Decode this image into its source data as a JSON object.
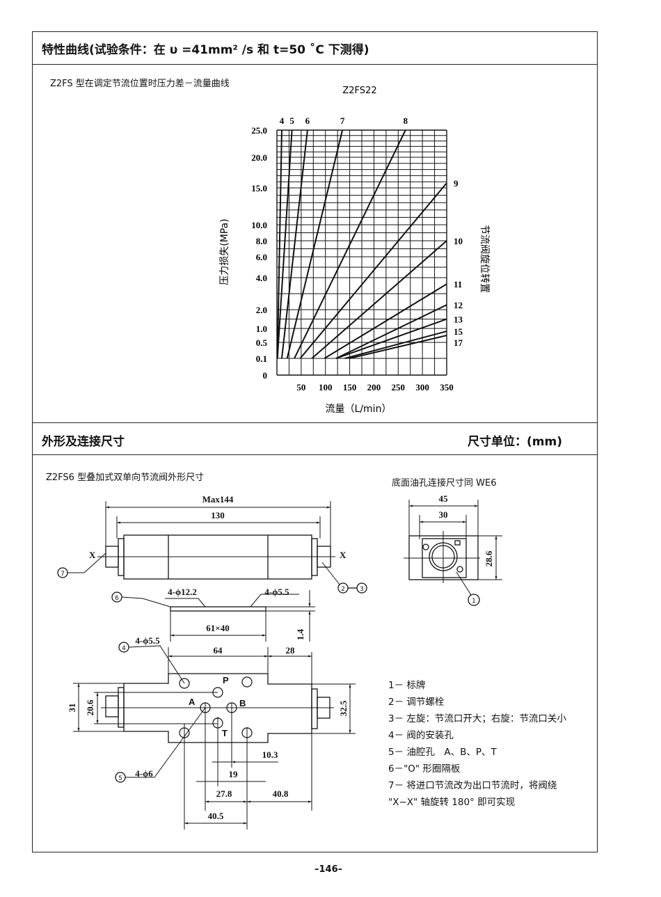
{
  "section1": {
    "title": "特性曲线(试验条件：在 υ =41mm² /s 和 t=50 ˚C 下测得)",
    "caption": "Z2FS 型在调定节流位置时压力差－流量曲线"
  },
  "chart_data": {
    "type": "line",
    "title": "Z2FS22",
    "xlabel": "流量（L/min）",
    "ylabel": "压力损失(MPa)",
    "right_label": "节流阀旋位转置",
    "xlim": [
      0,
      350
    ],
    "x_ticks": [
      "50",
      "100",
      "150",
      "200",
      "250",
      "300",
      "350"
    ],
    "x_tick_values": [
      50,
      100,
      150,
      200,
      250,
      300,
      350
    ],
    "y_ticks": [
      "25.0",
      "20.0",
      "15.0",
      "10.0",
      "8.0",
      "6.0",
      "4.0",
      "2.0",
      "1.0",
      "0.5",
      "0.1",
      "0"
    ],
    "y_tick_values": [
      25,
      20,
      15,
      10,
      8,
      6,
      4,
      2,
      1,
      0.5,
      0.1,
      0
    ],
    "grid": true,
    "series": [
      {
        "name": "4",
        "start": [
          1,
          0.1
        ],
        "end": [
          10,
          25
        ]
      },
      {
        "name": "5",
        "start": [
          1,
          0.1
        ],
        "end": [
          31,
          25
        ]
      },
      {
        "name": "6",
        "start": [
          10,
          0.1
        ],
        "end": [
          63,
          25
        ]
      },
      {
        "name": "7",
        "start": [
          21,
          0.1
        ],
        "end": [
          135,
          25
        ]
      },
      {
        "name": "8",
        "start": [
          36,
          0.1
        ],
        "end": [
          265,
          25
        ]
      },
      {
        "name": "9",
        "start": [
          48,
          0.1
        ],
        "end": [
          350,
          15.8
        ]
      },
      {
        "name": "10",
        "start": [
          72,
          0.1
        ],
        "end": [
          350,
          8.0
        ]
      },
      {
        "name": "11",
        "start": [
          98,
          0.1
        ],
        "end": [
          350,
          3.6
        ]
      },
      {
        "name": "12",
        "start": [
          122,
          0.1
        ],
        "end": [
          350,
          2.3
        ]
      },
      {
        "name": "13",
        "start": [
          122,
          0.1
        ],
        "end": [
          350,
          1.5
        ]
      },
      {
        "name": "15",
        "start": [
          140,
          0.1
        ],
        "end": [
          350,
          0.9
        ]
      },
      {
        "name": "17",
        "start": [
          150,
          0.1
        ],
        "end": [
          350,
          0.75
        ]
      }
    ]
  },
  "section2": {
    "title": "外形及连接尺寸",
    "unit": "尺寸单位：(mm)",
    "caption": "Z2FS6 型叠加式双单向节流阀外形尺寸",
    "right_caption": "底面油孔连接尺寸同 WE6"
  },
  "drawing": {
    "dims": {
      "max144": "Max144",
      "d130": "130",
      "hole12": "4-ϕ12.2",
      "hole55a": "4-ϕ5.5",
      "plate": "61×40",
      "d14": "1.4",
      "hole55b": "4-ϕ5.5",
      "d64": "64",
      "d28": "28",
      "d31": "31",
      "d206": "20.6",
      "d325": "32.5",
      "d103": "10.3",
      "d19": "19",
      "d278": "27.8",
      "d408": "40.8",
      "d405": "40.5",
      "hole6": "4-ϕ6",
      "d45": "45",
      "d30": "30",
      "d286": "28.6"
    },
    "axis_label": "X",
    "ports": {
      "p": "P",
      "a": "A",
      "b": "B",
      "t": "T"
    },
    "callouts": [
      "1",
      "2",
      "3",
      "4",
      "5",
      "6",
      "7"
    ]
  },
  "legend": [
    "1－ 标牌",
    "2－ 调节螺栓",
    "3－ 左旋：节流口开大；右旋：节流口关小",
    "4－ 阀的安装孔",
    "5－ 油腔孔　A、B、P、T",
    "6－\"O\" 形圈隔板",
    "7－ 将进口节流改为出口节流时，将阀绕",
    "\"X−X\" 轴旋转 180°  即可实现"
  ],
  "page_number": "–146–"
}
